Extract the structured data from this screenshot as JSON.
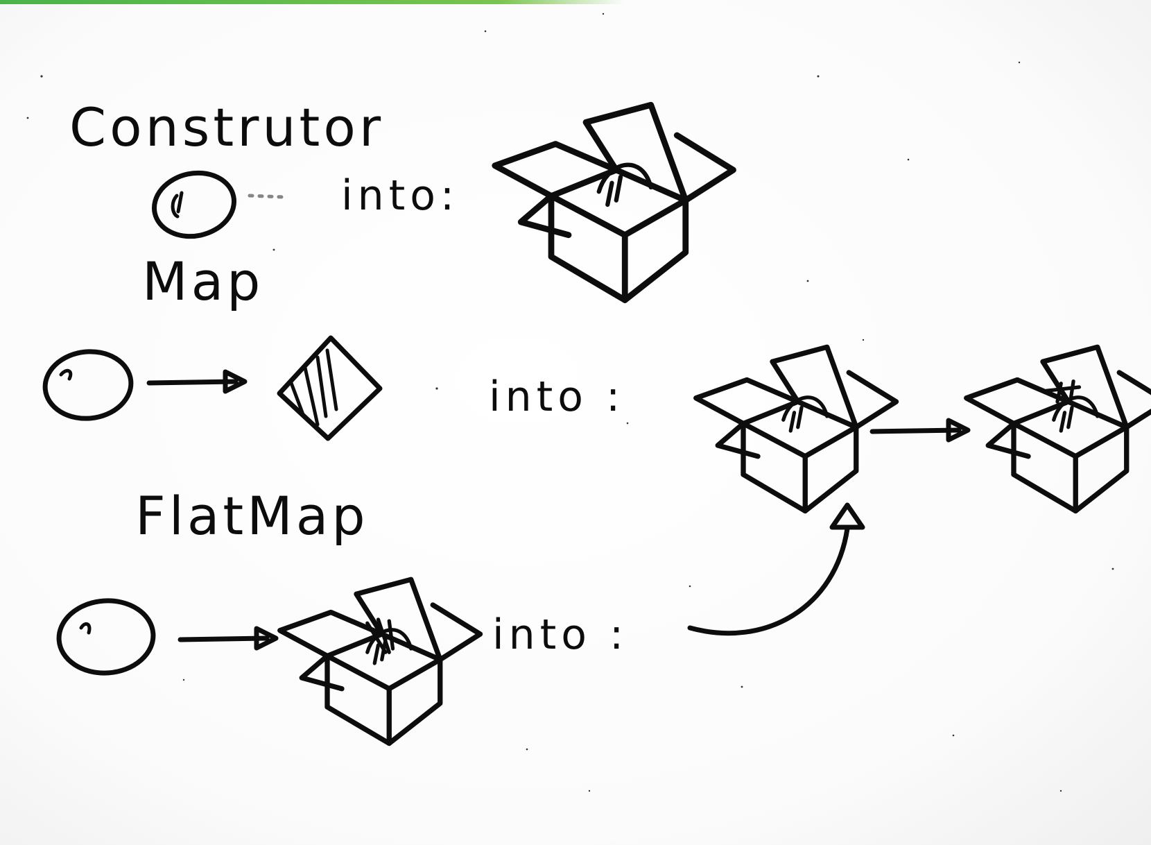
{
  "rows": {
    "constructor": {
      "heading": "Construtor",
      "into_label": "into:"
    },
    "map": {
      "heading": "Map",
      "into_label": "into :"
    },
    "flatmap": {
      "heading": "FlatMap",
      "into_label": "into :"
    }
  },
  "icons": {
    "value": "circle-value-icon",
    "transformed_value": "diamond-value-icon",
    "box": "open-box-icon",
    "arrow": "arrow-right-icon",
    "curved_arrow": "curved-arrow-up-icon"
  },
  "colors": {
    "ink": "#0d0d0d",
    "paper": "#ffffff",
    "edge_strip": "#5bb84b"
  }
}
